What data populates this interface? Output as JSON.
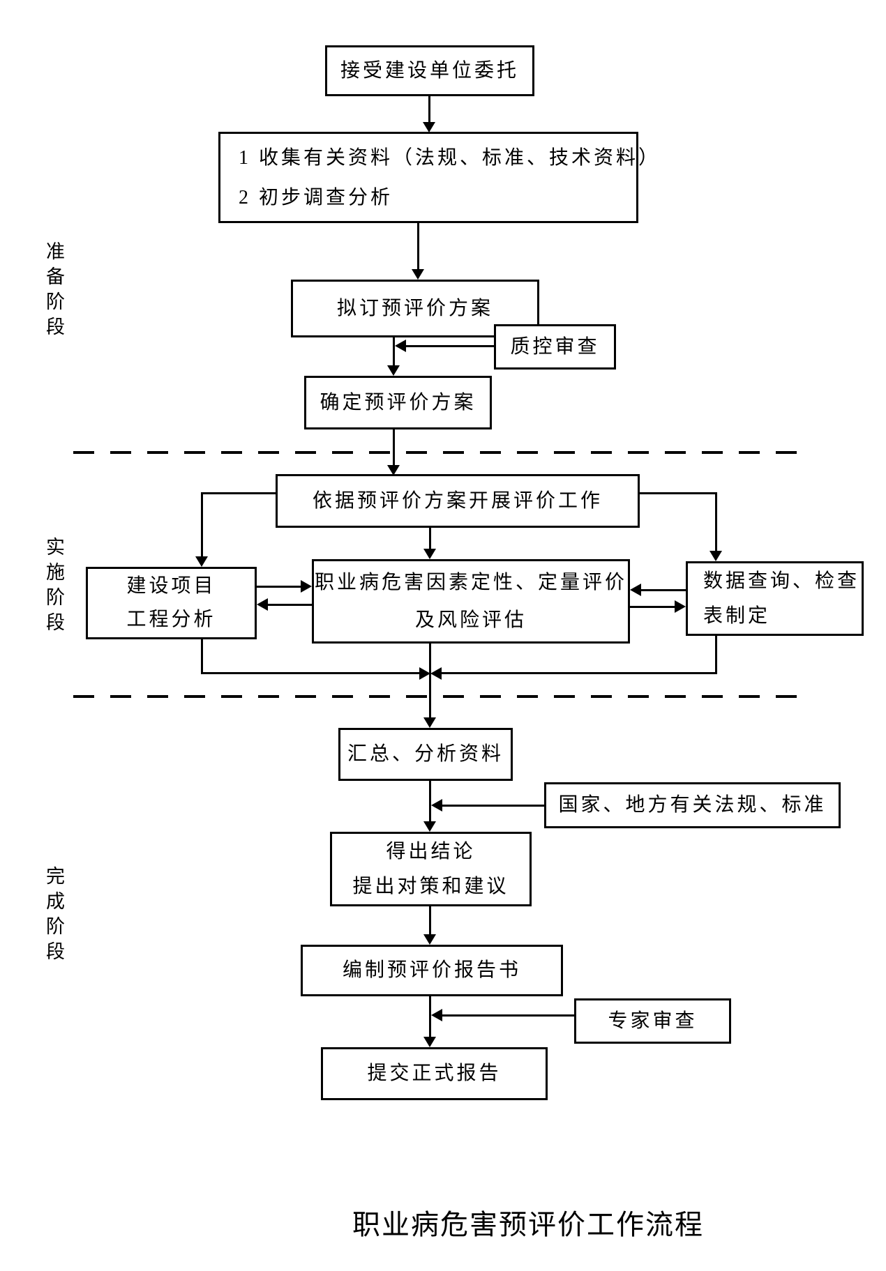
{
  "title": "职业病危害预评价工作流程",
  "stage_labels": {
    "prepare": "准备阶段",
    "implement": "实施阶段",
    "complete": "完成阶段"
  },
  "nodes": {
    "accept": "接受建设单位委托",
    "collect_line1": "1 收集有关资料（法规、标准、技术资料）",
    "collect_line2": "2 初步调查分析",
    "draft_plan": "拟订预评价方案",
    "qc_review": "质控审查",
    "confirm_plan": "确定预评价方案",
    "carry_out": "依据预评价方案开展评价工作",
    "project_line1": "建设项目",
    "project_line2": "工程分析",
    "hazard_line1": "职业病危害因素定性、定量评价",
    "hazard_line2": "及风险评估",
    "data_query_line1": "数据查询、检查",
    "data_query_line2": "表制定",
    "summarize": "汇总、分析资料",
    "regulations": "国家、地方有关法规、标准",
    "conclusion_line1": "得出结论",
    "conclusion_line2": "提出对策和建议",
    "compile_report": "编制预评价报告书",
    "expert_review": "专家审查",
    "submit_report": "提交正式报告"
  },
  "colors": {
    "line": "#000000",
    "background": "#ffffff"
  }
}
